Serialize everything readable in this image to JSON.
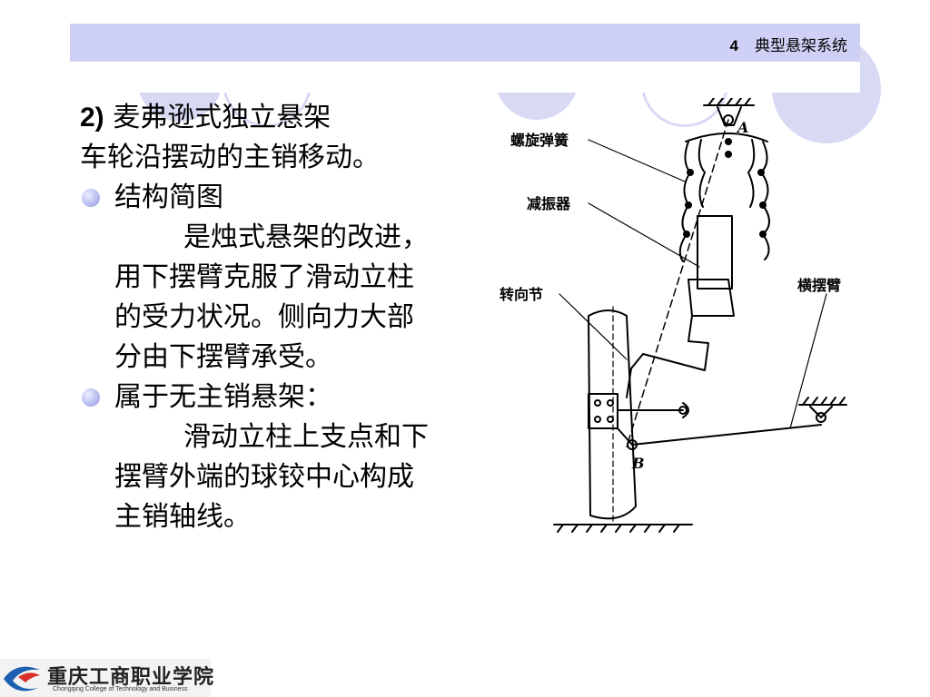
{
  "header": {
    "section_number": "4",
    "section_title": "典型悬架系统"
  },
  "content": {
    "title_number": "2)",
    "title_text": " 麦弗逊式独立悬架",
    "subtitle": "车轮沿摆动的主销移动。",
    "bullets": [
      {
        "label": "结构简图",
        "lines": [
          "是烛式悬架的改进，",
          "用下摆臂克服了滑动立柱",
          "的受力状况。侧向力大部",
          "分由下摆臂承受。"
        ]
      },
      {
        "label": "属于无主销悬架：",
        "lines": [
          "滑动立柱上支点和下",
          "摆臂外端的球铰中心构成",
          "主销轴线。"
        ]
      }
    ]
  },
  "diagram": {
    "labels": {
      "spring": "螺旋弹簧",
      "damper": "减振器",
      "knuckle": "转向节",
      "control_arm": "横摆臂",
      "point_a": "A",
      "point_b": "B"
    }
  },
  "footer": {
    "school_cn": "重庆工商职业学院",
    "school_en": "Chongqing College of Technology and Business"
  },
  "colors": {
    "header_bar": "#cfd0f5",
    "decor": "#d8d9f3",
    "bullet": "#a9aee8"
  }
}
